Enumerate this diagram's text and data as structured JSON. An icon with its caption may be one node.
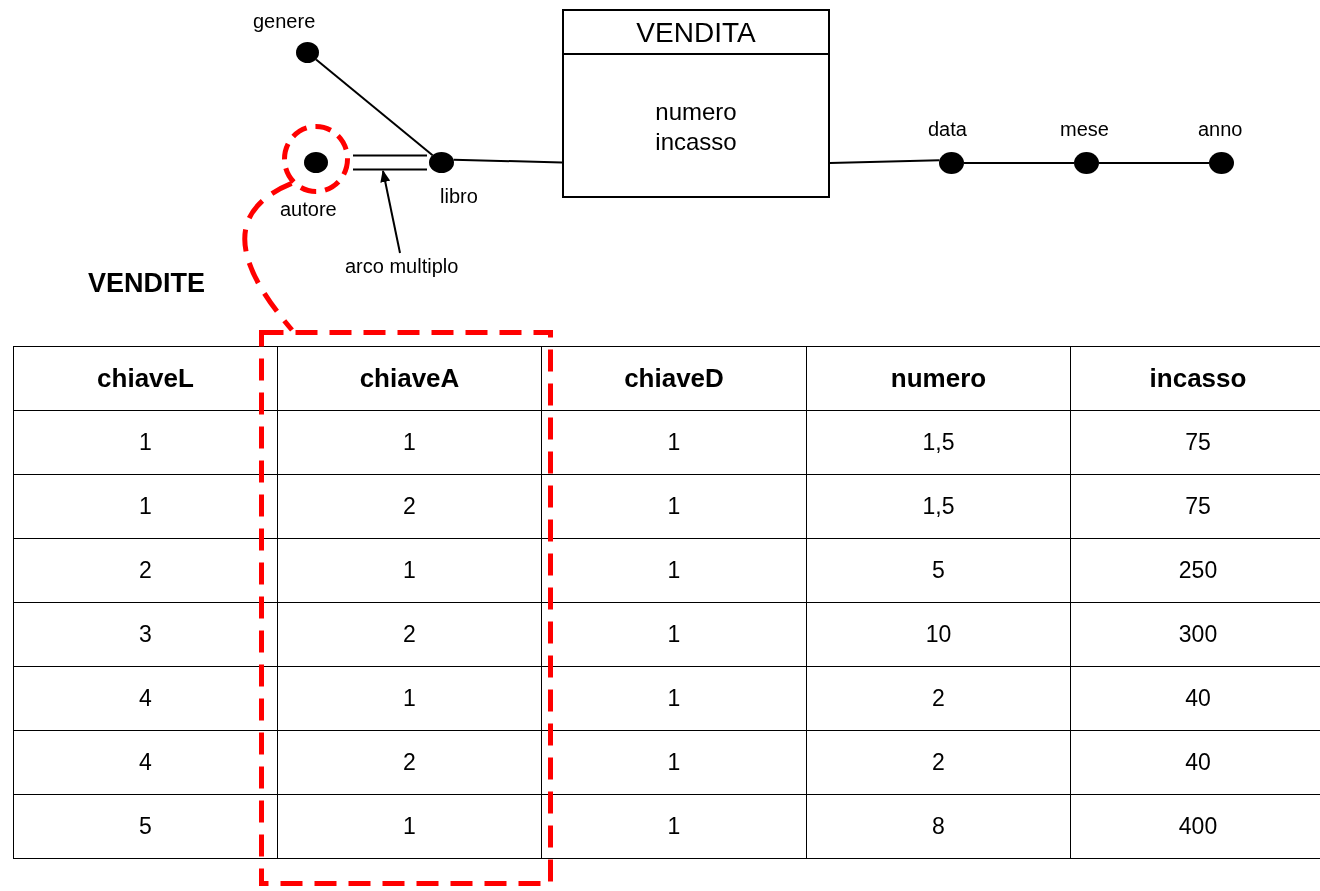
{
  "diagram": {
    "nodes": [
      {
        "text": [
          "VENDITA",
          "numero incasso"
        ]
      },
      {
        "text": [],
        "shape": "circle",
        "beside": [
          "genere"
        ]
      },
      {
        "text": [],
        "shape": "circle",
        "beside": [
          "autore"
        ],
        "in": 8
      },
      {
        "text": [],
        "shape": "circle",
        "beside": [
          "libro"
        ]
      },
      {
        "text": [],
        "shape": "circle",
        "beside": [
          "data"
        ]
      },
      {
        "text": [],
        "shape": "circle",
        "beside": [
          "mese"
        ]
      },
      {
        "text": [],
        "shape": "circle",
        "beside": [
          "anno"
        ]
      },
      {
        "text": [
          "arco multiplo"
        ]
      },
      {
        "text": [],
        "shape": "circle"
      },
      {
        "text": [],
        "shape": "box"
      }
    ],
    "edges": [
      {
        "from": 1,
        "to": 3,
        "arrow": "none"
      },
      {
        "from": 2,
        "to": 3,
        "arrow": "none"
      },
      {
        "from": 3,
        "to": 0,
        "arrow": "none"
      },
      {
        "from": 0,
        "to": 4,
        "arrow": "none"
      },
      {
        "from": 4,
        "to": 5,
        "arrow": "none"
      },
      {
        "from": 5,
        "to": 6,
        "arrow": "none"
      },
      {
        "from": 7,
        "to": null,
        "arrow": "to"
      },
      {
        "from": 8,
        "to": 9,
        "arrow": "none",
        "style": "dashed",
        "color": "#ff0000"
      }
    ],
    "labels": [
      "VENDITE",
      "chiaveL",
      "chiaveA",
      "chiaveD",
      "numero",
      "incasso",
      "1",
      "1",
      "1",
      "1,5",
      "75",
      "1",
      "2",
      "1",
      "1,5",
      "75",
      "2",
      "1",
      "1",
      "5",
      "250",
      "3",
      "2",
      "1",
      "10",
      "300",
      "4",
      "1",
      "1",
      "2",
      "40",
      "4",
      "2",
      "1",
      "2",
      "40",
      "5",
      "1",
      "1",
      "8",
      "400"
    ]
  }
}
